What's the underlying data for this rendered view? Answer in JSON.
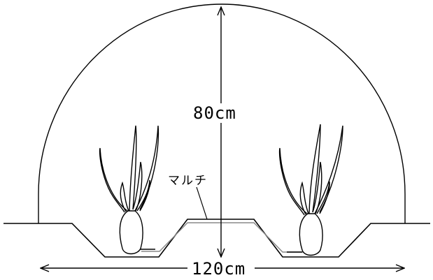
{
  "labels": {
    "height": "80cm",
    "width": "120cm",
    "mulch": "マルチ"
  },
  "colors": {
    "line": "#000000",
    "background": "#ffffff",
    "mulch": "#888888"
  }
}
